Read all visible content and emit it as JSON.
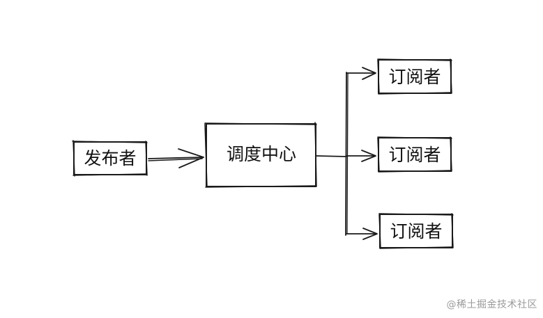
{
  "diagram": {
    "publisher": {
      "label": "发布者"
    },
    "dispatch_center": {
      "label": "调度中心"
    },
    "subscribers": [
      {
        "label": "订阅者"
      },
      {
        "label": "订阅者"
      },
      {
        "label": "订阅者"
      }
    ]
  },
  "watermark": "@稀土掘金技术社区"
}
